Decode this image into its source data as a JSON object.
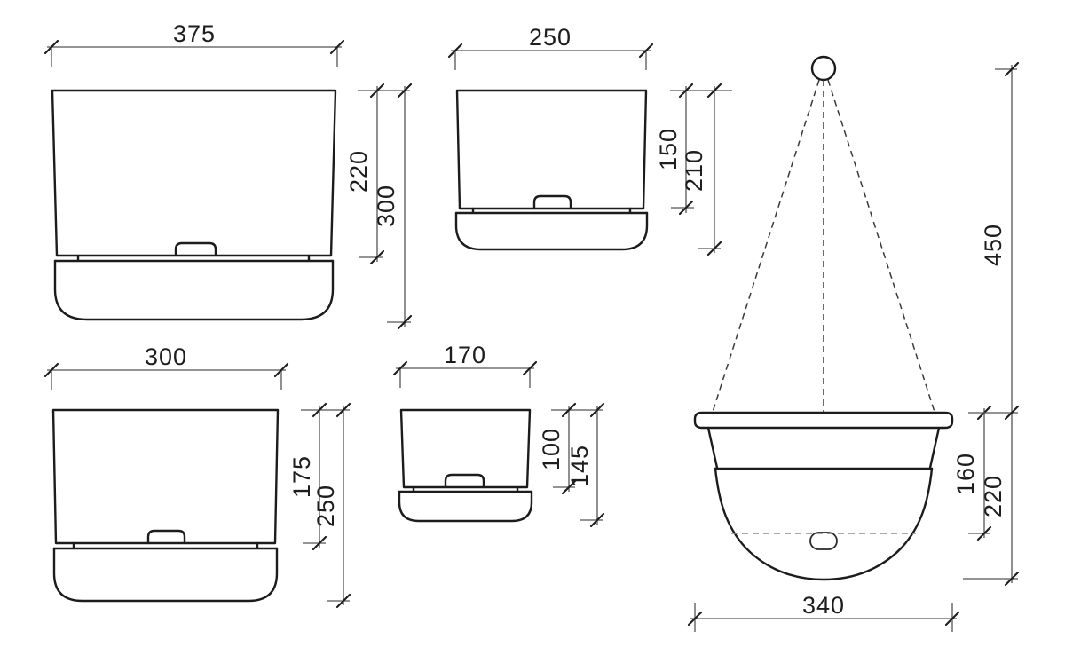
{
  "diagram": {
    "background_color": "#ffffff",
    "object_line_color": "#1c1c1c",
    "dimension_line_color": "#555555",
    "planters": [
      {
        "id": "planter-large",
        "width": "375",
        "body_height": "220",
        "total_height": "300"
      },
      {
        "id": "planter-medium",
        "width": "250",
        "body_height": "150",
        "total_height": "210"
      },
      {
        "id": "planter-small",
        "width": "300",
        "body_height": "175",
        "total_height": "250"
      },
      {
        "id": "planter-mini",
        "width": "170",
        "body_height": "100",
        "total_height": "145"
      }
    ],
    "hanging_basket": {
      "id": "hanging-basket",
      "width": "340",
      "soil_depth": "160",
      "basket_height": "220",
      "hanger_height": "450"
    }
  }
}
